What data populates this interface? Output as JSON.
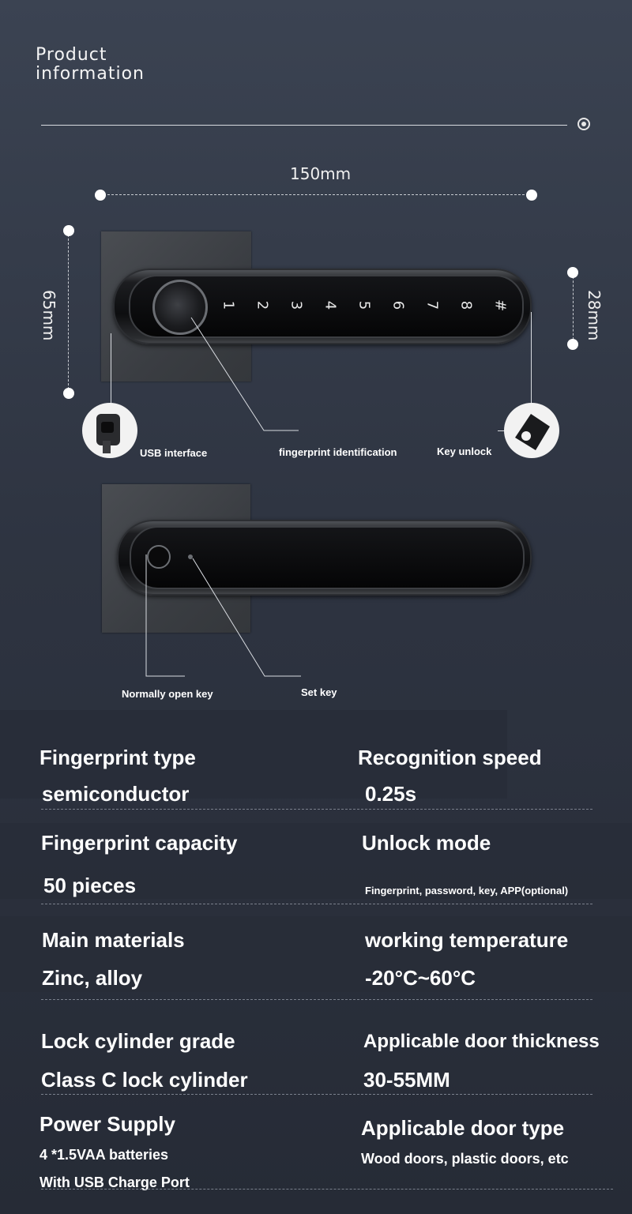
{
  "header": {
    "title_line1": "Product",
    "title_line2": "information"
  },
  "dimensions": {
    "width": "150mm",
    "height": "65mm",
    "thickness": "28mm"
  },
  "keypad": {
    "keys": [
      "1",
      "2",
      "3",
      "4",
      "5",
      "6",
      "7",
      "8",
      "#"
    ]
  },
  "callouts": {
    "usb": "USB interface",
    "fingerprint": "fingerprint identification",
    "key_unlock": "Key unlock",
    "normally_open": "Normally open key",
    "set_key": "Set key"
  },
  "specs": {
    "fingerprint_type": {
      "label": "Fingerprint type",
      "value": "semiconductor"
    },
    "recognition_speed": {
      "label": "Recognition speed",
      "value": "0.25s"
    },
    "fingerprint_capacity": {
      "label": "Fingerprint capacity",
      "value": "50 pieces"
    },
    "unlock_mode": {
      "label": "Unlock mode",
      "value": "Fingerprint, password, key,  APP(optional)"
    },
    "main_materials": {
      "label": "Main materials",
      "value": "Zinc, alloy"
    },
    "working_temperature": {
      "label": "working temperature",
      "value": "-20°C~60°C"
    },
    "lock_cylinder_grade": {
      "label": "Lock cylinder grade",
      "value": "Class C lock cylinder"
    },
    "door_thickness": {
      "label": "Applicable door thickness",
      "value": "30-55MM"
    },
    "power_supply": {
      "label": "Power Supply",
      "value_line1": "4 *1.5VAA batteries",
      "value_line2": "With USB Charge Port"
    },
    "door_type": {
      "label": "Applicable door type",
      "value": "Wood doors, plastic doors, etc"
    }
  }
}
